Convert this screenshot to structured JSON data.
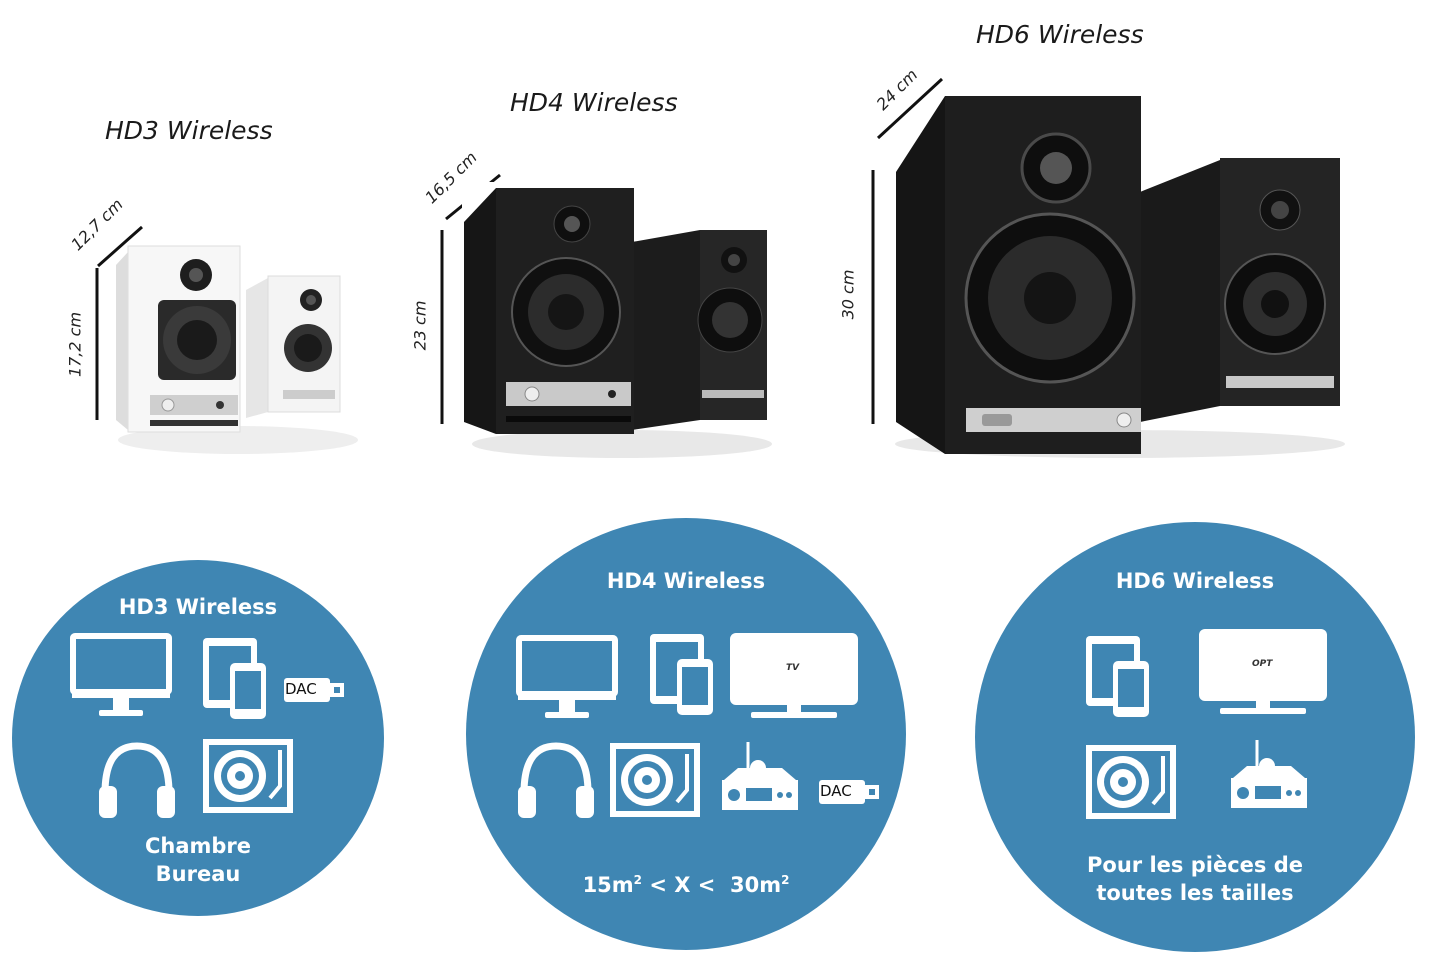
{
  "products": [
    {
      "title": "HD3 Wireless",
      "height": "17,2 cm",
      "depth": "12,7 cm"
    },
    {
      "title": "HD4 Wireless",
      "height": "23 cm",
      "depth": "16,5 cm"
    },
    {
      "title": "HD6 Wireless",
      "height": "30 cm",
      "depth": "24 cm"
    }
  ],
  "circles": [
    {
      "title": "HD3 Wireless",
      "line1": "Chambre",
      "line2": "Bureau"
    },
    {
      "title": "HD4 Wireless",
      "room_a": "15m",
      "room_mid": " < X <  ",
      "room_b": "30m",
      "sup": "2"
    },
    {
      "title": "HD6 Wireless",
      "line1": "Pour les pièces de",
      "line2": "toutes les tailles"
    }
  ],
  "icon_labels": {
    "dac": "DAC",
    "tv": "TV",
    "opt": "OPT"
  },
  "colors": {
    "circle": "#3f86b3",
    "speaker_white": "#f2f2f2",
    "speaker_black": "#111111"
  }
}
